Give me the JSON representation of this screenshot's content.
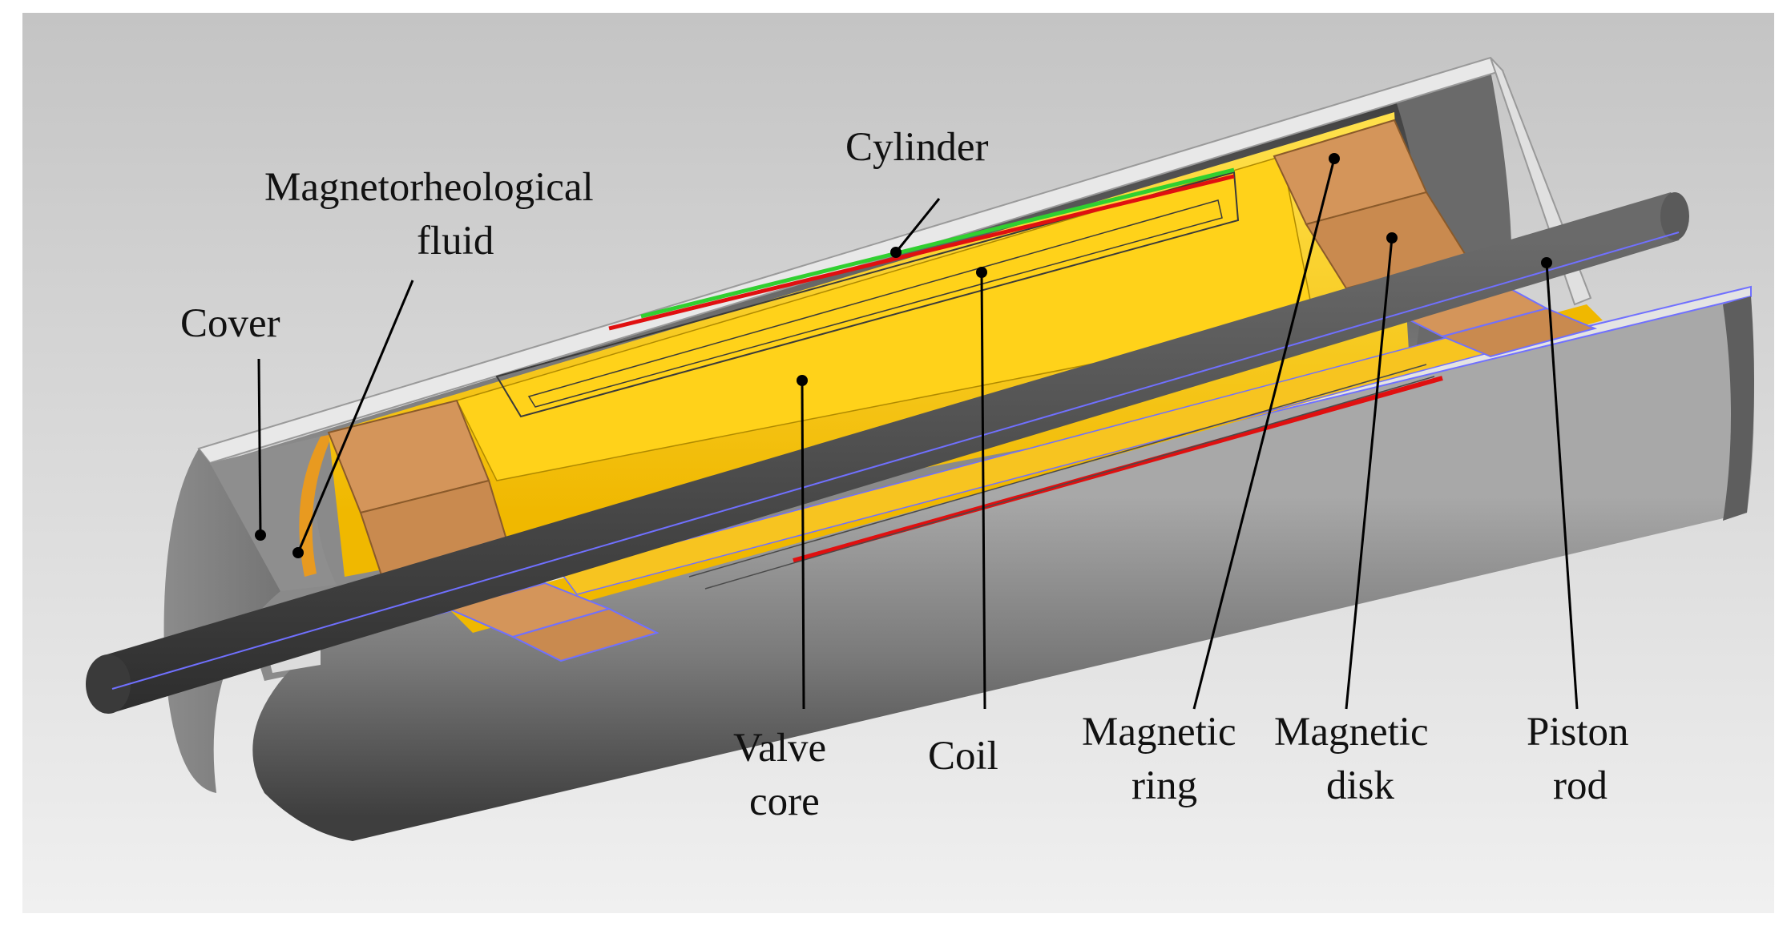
{
  "labels": {
    "cylinder": "Cylinder",
    "mr_fluid_1": "Magnetorheological",
    "mr_fluid_2": "fluid",
    "cover": "Cover",
    "valve_core_1": "Valve",
    "valve_core_2": "core",
    "coil": "Coil",
    "magnetic_ring_1": "Magnetic",
    "magnetic_ring_2": "ring",
    "magnetic_disk_1": "Magnetic",
    "magnetic_disk_2": "disk",
    "piston_rod_1": "Piston",
    "piston_rod_2": "rod"
  },
  "colors": {
    "background_top": "#c4c4c4",
    "background_bottom": "#f0f0f0",
    "shell_gray": "#7a7a7a",
    "cut_face": "#e4e4e4",
    "valve_core": "#f5c200",
    "magnetic_part": "#d4955a",
    "piston_rod": "#4a4a4a",
    "coil_red": "#e01010",
    "coil_green": "#30d030",
    "edge_blue": "#7070ff",
    "leader": "#000000"
  }
}
